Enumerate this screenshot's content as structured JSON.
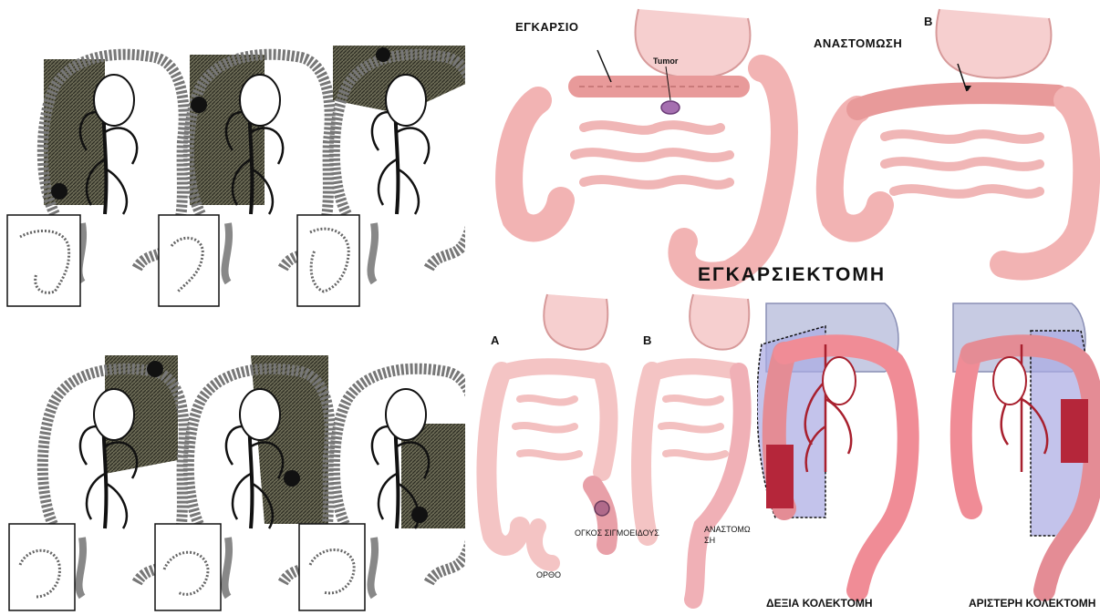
{
  "labels": {
    "egkarsio": "ΕΓΚΑΡΣΙΟ",
    "tumor": "Tumor",
    "panel_b_letter": "B",
    "anastomosi": "ΑΝΑΣΤΟΜΩΣΗ",
    "main_title": "ΕΓΚΑΡΣΙΕΚΤΟΜΗ",
    "panel_a_letter": "A",
    "panel_b2_letter": "B",
    "sigmoid_tumor": "ΟΓΚΟΣ ΣΙΓΜΟΕΙΔΟΥΣ",
    "rectum": "ΟΡΘΟ",
    "anastomosis_short_1": "ΑΝΑΣΤΟΜΩ",
    "anastomosis_short_2": "ΣΗ",
    "right_colectomy": "ΔΕΞΙΑ ΚΟΛΕΚΤΟΜΗ",
    "left_colectomy": "ΑΡΙΣΤΕΡΗ ΚΟΛΕΚΤΟΜΗ"
  },
  "colors": {
    "colon_pink": "#f2b3b3",
    "colon_outline": "#c97a7a",
    "shaded_dark": "#4a4a3a",
    "resection_blue": "#7b7fd1",
    "tumor_red": "#c0303a",
    "stomach_gray": "#b8bcd6"
  }
}
